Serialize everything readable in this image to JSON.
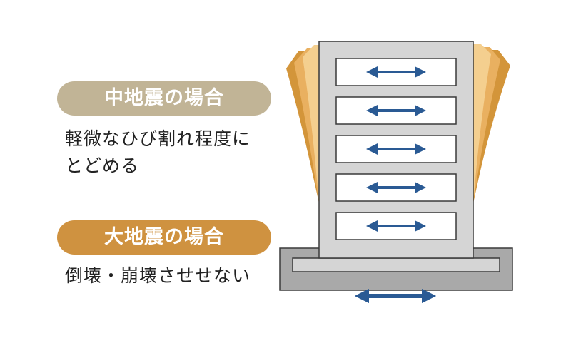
{
  "colors": {
    "medium_pill": "#c1b496",
    "large_pill": "#cf9240",
    "building_fill": "#d5d5d5",
    "building_stroke": "#3a3a3a",
    "window_fill": "#ffffff",
    "arrow": "#2a5a94",
    "foundation_fill": "#a9a9a9",
    "sway_light": "#f4cf8f",
    "sway_mid": "#e9b060",
    "sway_dark": "#d3953a"
  },
  "medium_quake": {
    "label": "中地震の場合",
    "description_lines": [
      "軽微なひび割れ程度に",
      "とどめる"
    ]
  },
  "large_quake": {
    "label": "大地震の場合",
    "description_lines": [
      "倒壊・崩壊させせない"
    ]
  },
  "icons": {
    "floor_arrow": "double-headed-arrow-icon",
    "ground_arrow": "double-headed-arrow-icon"
  },
  "floors": [
    "floor-5",
    "floor-4",
    "floor-3",
    "floor-2",
    "floor-1"
  ]
}
